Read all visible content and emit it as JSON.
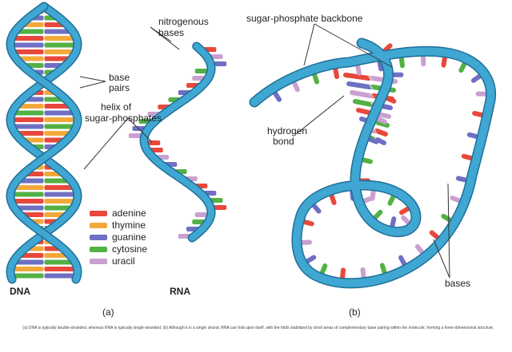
{
  "panel_a": {
    "dna_title": "DNA",
    "rna_title": "RNA",
    "panel_letter": "(a)",
    "annotations": {
      "nitrogenous_bases": [
        "nitrogenous",
        "bases"
      ],
      "base_pairs": [
        "base",
        "pairs"
      ],
      "helix": [
        "helix of",
        "sugar-phosphates"
      ]
    },
    "legend": [
      {
        "label": "adenine",
        "color": "#e8483b"
      },
      {
        "label": "thymine",
        "color": "#f3a93a"
      },
      {
        "label": "guanine",
        "color": "#6f6fc4"
      },
      {
        "label": "cytosine",
        "color": "#53b144"
      },
      {
        "label": "uracil",
        "color": "#c9a0d0"
      }
    ]
  },
  "panel_b": {
    "panel_letter": "(b)",
    "annotations": {
      "backbone": "sugar-phosphate backbone",
      "hydrogen_bond": [
        "hydrogen",
        "bond"
      ],
      "bases": "bases"
    }
  },
  "caption": "(a) DNA is typically double-stranded, whereas RNA is typically single-stranded. (b) Although it is a single strand, RNA can fold upon itself, with the folds stabilized by short areas of complementary base pairing within the molecule, forming a three-dimensional structure.",
  "colors": {
    "strand": "#3fa7d1",
    "strand_dark": "#1f6f99",
    "leader": "#333333"
  }
}
